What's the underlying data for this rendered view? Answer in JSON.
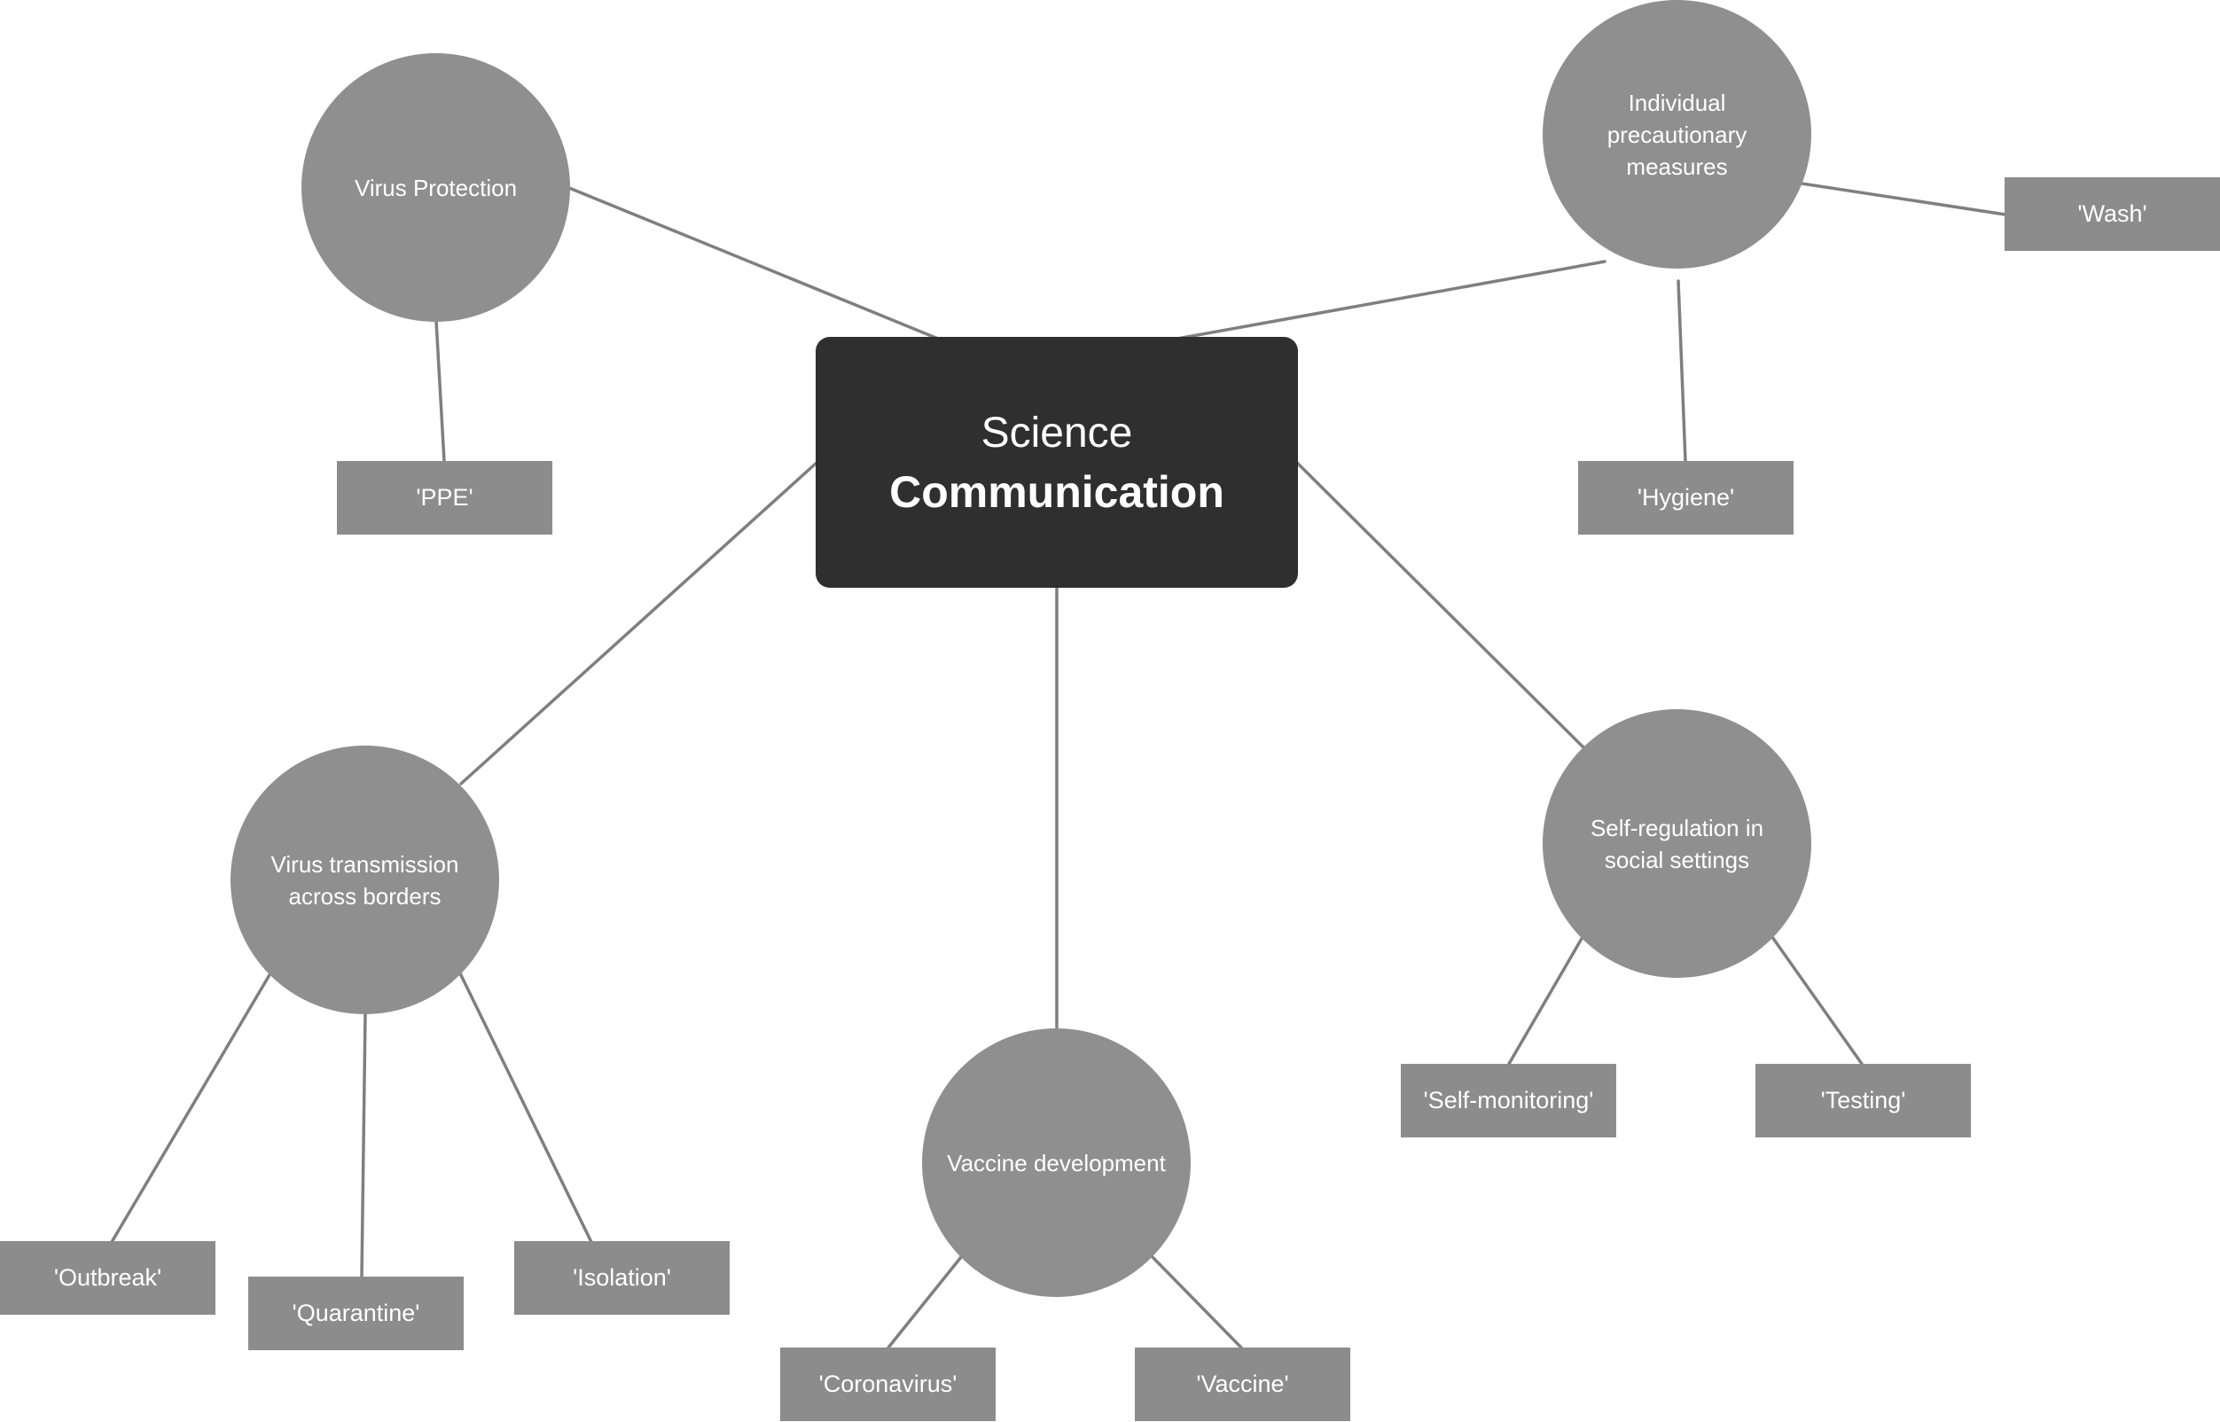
{
  "central": {
    "line1": "Science",
    "line2": "Communication"
  },
  "topics": {
    "virus_protection": {
      "lines": [
        "Virus Protection"
      ]
    },
    "individual_precautionary_measures": {
      "lines": [
        "Individual",
        "precautionary",
        "measures"
      ]
    },
    "virus_transmission": {
      "lines": [
        "Virus transmission",
        "across borders"
      ]
    },
    "vaccine_development": {
      "lines": [
        "Vaccine development"
      ]
    },
    "self_regulation": {
      "lines": [
        "Self-regulation in",
        "social settings"
      ]
    }
  },
  "keywords": {
    "ppe": "'PPE'",
    "wash": "'Wash'",
    "hygiene": "'Hygiene'",
    "outbreak": "'Outbreak'",
    "quarantine": "'Quarantine'",
    "isolation": "'Isolation'",
    "coronavirus": "'Coronavirus'",
    "vaccine": "'Vaccine'",
    "self_monitoring": "'Self-monitoring'",
    "testing": "'Testing'"
  },
  "colors": {
    "central_fill": "#2f2f2f",
    "topic_fill": "#8f8f8f",
    "keyword_fill": "#8c8c8c",
    "connector": "#7f7f7f",
    "text": "#ffffff"
  }
}
